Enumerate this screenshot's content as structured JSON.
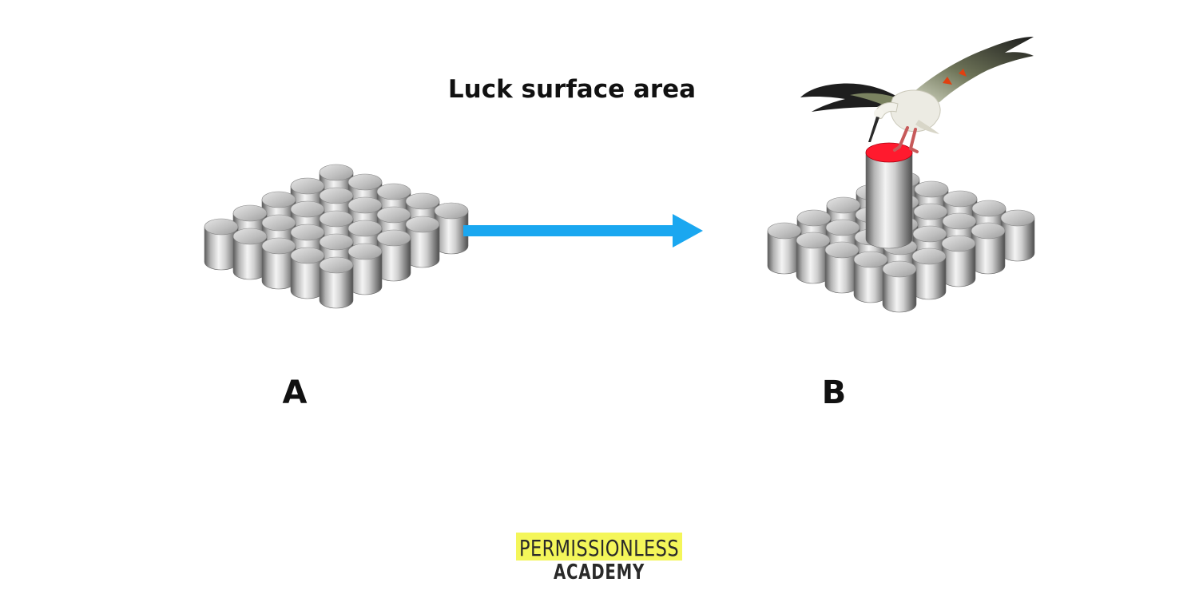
{
  "title": "Luck surface area",
  "panels": [
    {
      "label": "A",
      "columns": 5,
      "rows": 5,
      "raised_cylinder": false
    },
    {
      "label": "B",
      "columns": 5,
      "rows": 5,
      "raised_cylinder": true
    }
  ],
  "raised_cylinder_top_color": "#ff1a2e",
  "arrow_color": "#1aa7f0",
  "bird": "stork",
  "logo": {
    "line1": "PERMISSIONLESS",
    "line2": "ACADEMY",
    "highlight_color": "#f4f65a"
  }
}
